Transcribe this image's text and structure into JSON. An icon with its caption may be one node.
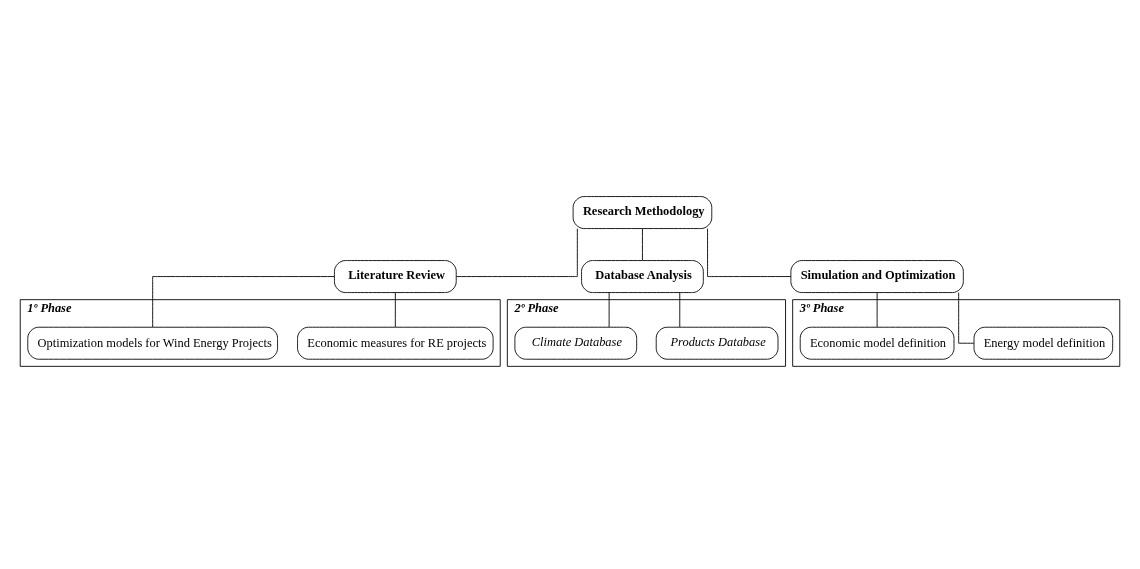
{
  "diagram": {
    "nodes": [
      {
        "text": [
          "Research Methodology"
        ]
      },
      {
        "text": [
          "Literature Review"
        ]
      },
      {
        "text": [
          "Database Analysis"
        ]
      },
      {
        "text": [
          "Simulation and Optimization"
        ]
      },
      {
        "text": [
          "1º Phase"
        ]
      },
      {
        "text": [
          "Economic measures for RE projects"
        ],
        "in": 4
      },
      {
        "text": [
          "Optimization models for Wind Energy Projects"
        ],
        "in": 4
      },
      {
        "text": [
          "2º Phase"
        ]
      },
      {
        "text": [
          "Products Database"
        ],
        "in": 7
      },
      {
        "text": [
          "Climate Database"
        ],
        "in": 7
      },
      {
        "text": [
          "3º Phase"
        ]
      },
      {
        "text": [
          "Energy model definition"
        ],
        "in": 10
      },
      {
        "text": [
          "Economic model definition"
        ],
        "in": 10
      }
    ],
    "edges": [
      {
        "from": 0,
        "to": 1,
        "arrow": "none"
      },
      {
        "from": 0,
        "to": 2,
        "arrow": "none"
      },
      {
        "from": 0,
        "to": 3,
        "arrow": "none"
      },
      {
        "from": 1,
        "to": 5,
        "arrow": "none"
      },
      {
        "from": 1,
        "to": 6,
        "arrow": "none"
      },
      {
        "from": 2,
        "to": 8,
        "arrow": "none"
      },
      {
        "from": 2,
        "to": 9,
        "arrow": "none"
      },
      {
        "from": 3,
        "to": 11,
        "arrow": "none"
      },
      {
        "from": 3,
        "to": 12,
        "arrow": "none"
      }
    ]
  }
}
